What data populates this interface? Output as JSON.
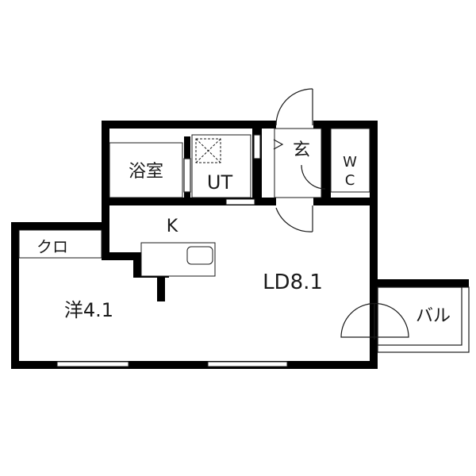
{
  "floorplan": {
    "rooms": [
      {
        "id": "bath",
        "label": "浴室"
      },
      {
        "id": "utility",
        "label": "UT"
      },
      {
        "id": "entrance",
        "label": "玄"
      },
      {
        "id": "wc_w",
        "label": "W"
      },
      {
        "id": "wc_c",
        "label": "C"
      },
      {
        "id": "kitchen",
        "label": "K"
      },
      {
        "id": "closet",
        "label": "クロ"
      },
      {
        "id": "western_room",
        "label": "洋4.1"
      },
      {
        "id": "living_dining",
        "label": "LD8.1"
      },
      {
        "id": "balcony",
        "label": "バル"
      }
    ],
    "colors": {
      "wall": "#000000",
      "background": "#ffffff",
      "line": "#1a1a1a"
    }
  }
}
